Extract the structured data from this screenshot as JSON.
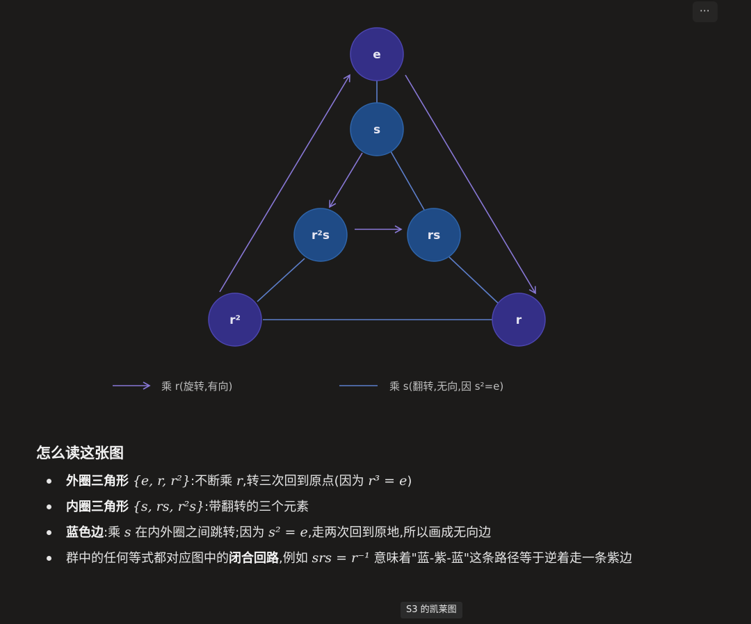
{
  "toolbar": {
    "more_label": "⋯"
  },
  "diagram": {
    "nodes": {
      "e": "e",
      "s": "s",
      "r2s": "r²s",
      "rs": "rs",
      "r2": "r²",
      "r": "r"
    },
    "legend": {
      "purple_label": "乘 r(旋转,有向)",
      "blue_label": "乘 s(翻转,无向,因 s²=e)"
    },
    "colors": {
      "node_fill": "#342f87",
      "node_stroke": "#4d46b0",
      "inner_fill": "#1f4b86",
      "inner_stroke": "#2f65aa",
      "purple_edge": "#8878d6",
      "blue_edge": "#5d7fcb",
      "background": "#1c1b1a"
    }
  },
  "explain": {
    "heading": "怎么读这张图",
    "items": [
      {
        "bold": "外圈三角形",
        "math1": "{e, r, r²}",
        "text1": ":不断乘 ",
        "math2": "r",
        "text2": ",转三次回到原点(因为 ",
        "math3": "r³ = e",
        "text3": ")"
      },
      {
        "bold": "内圈三角形",
        "math1": "{s, rs, r²s}",
        "text1": ":带翻转的三个元素"
      },
      {
        "bold": "蓝色边",
        "text1": ":乘 ",
        "math1": "s",
        "text2": " 在内外圈之间跳转;因为 ",
        "math2": "s² = e",
        "text3": ",走两次回到原地,所以画成无向边"
      },
      {
        "text1": "群中的任何等式都对应图中的",
        "bold": "闭合回路",
        "text2": ",例如 ",
        "math1": "srs = r⁻¹",
        "text3": " 意味着\"蓝-紫-蓝\"这条路径等于逆着走一条紫边"
      }
    ]
  },
  "caption": "S3 的凯莱图"
}
